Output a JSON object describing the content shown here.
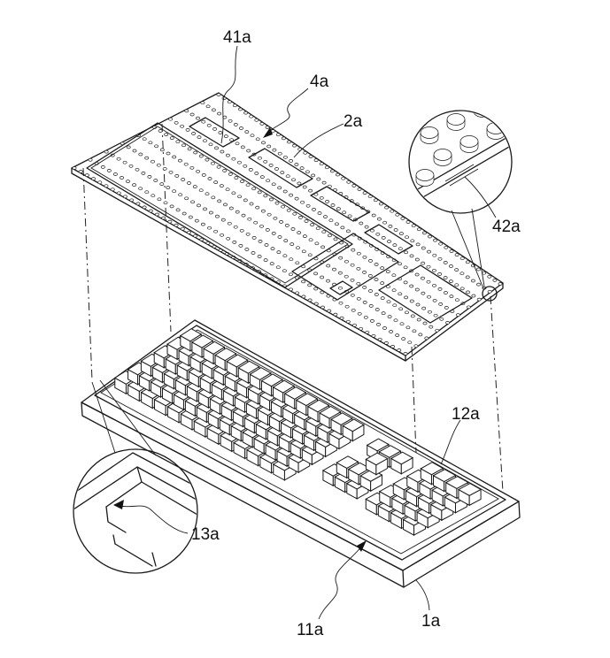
{
  "figure": {
    "labels": {
      "frame_cover_group": "41a",
      "cover_assembly": "4a",
      "frame_cover": "2a",
      "stud_detail": "42a",
      "recess": "12a",
      "lower_detail": "13a",
      "key_region": "11a",
      "base": "1a"
    },
    "colors": {
      "line": "#1a1a1a",
      "background": "#ffffff"
    }
  }
}
